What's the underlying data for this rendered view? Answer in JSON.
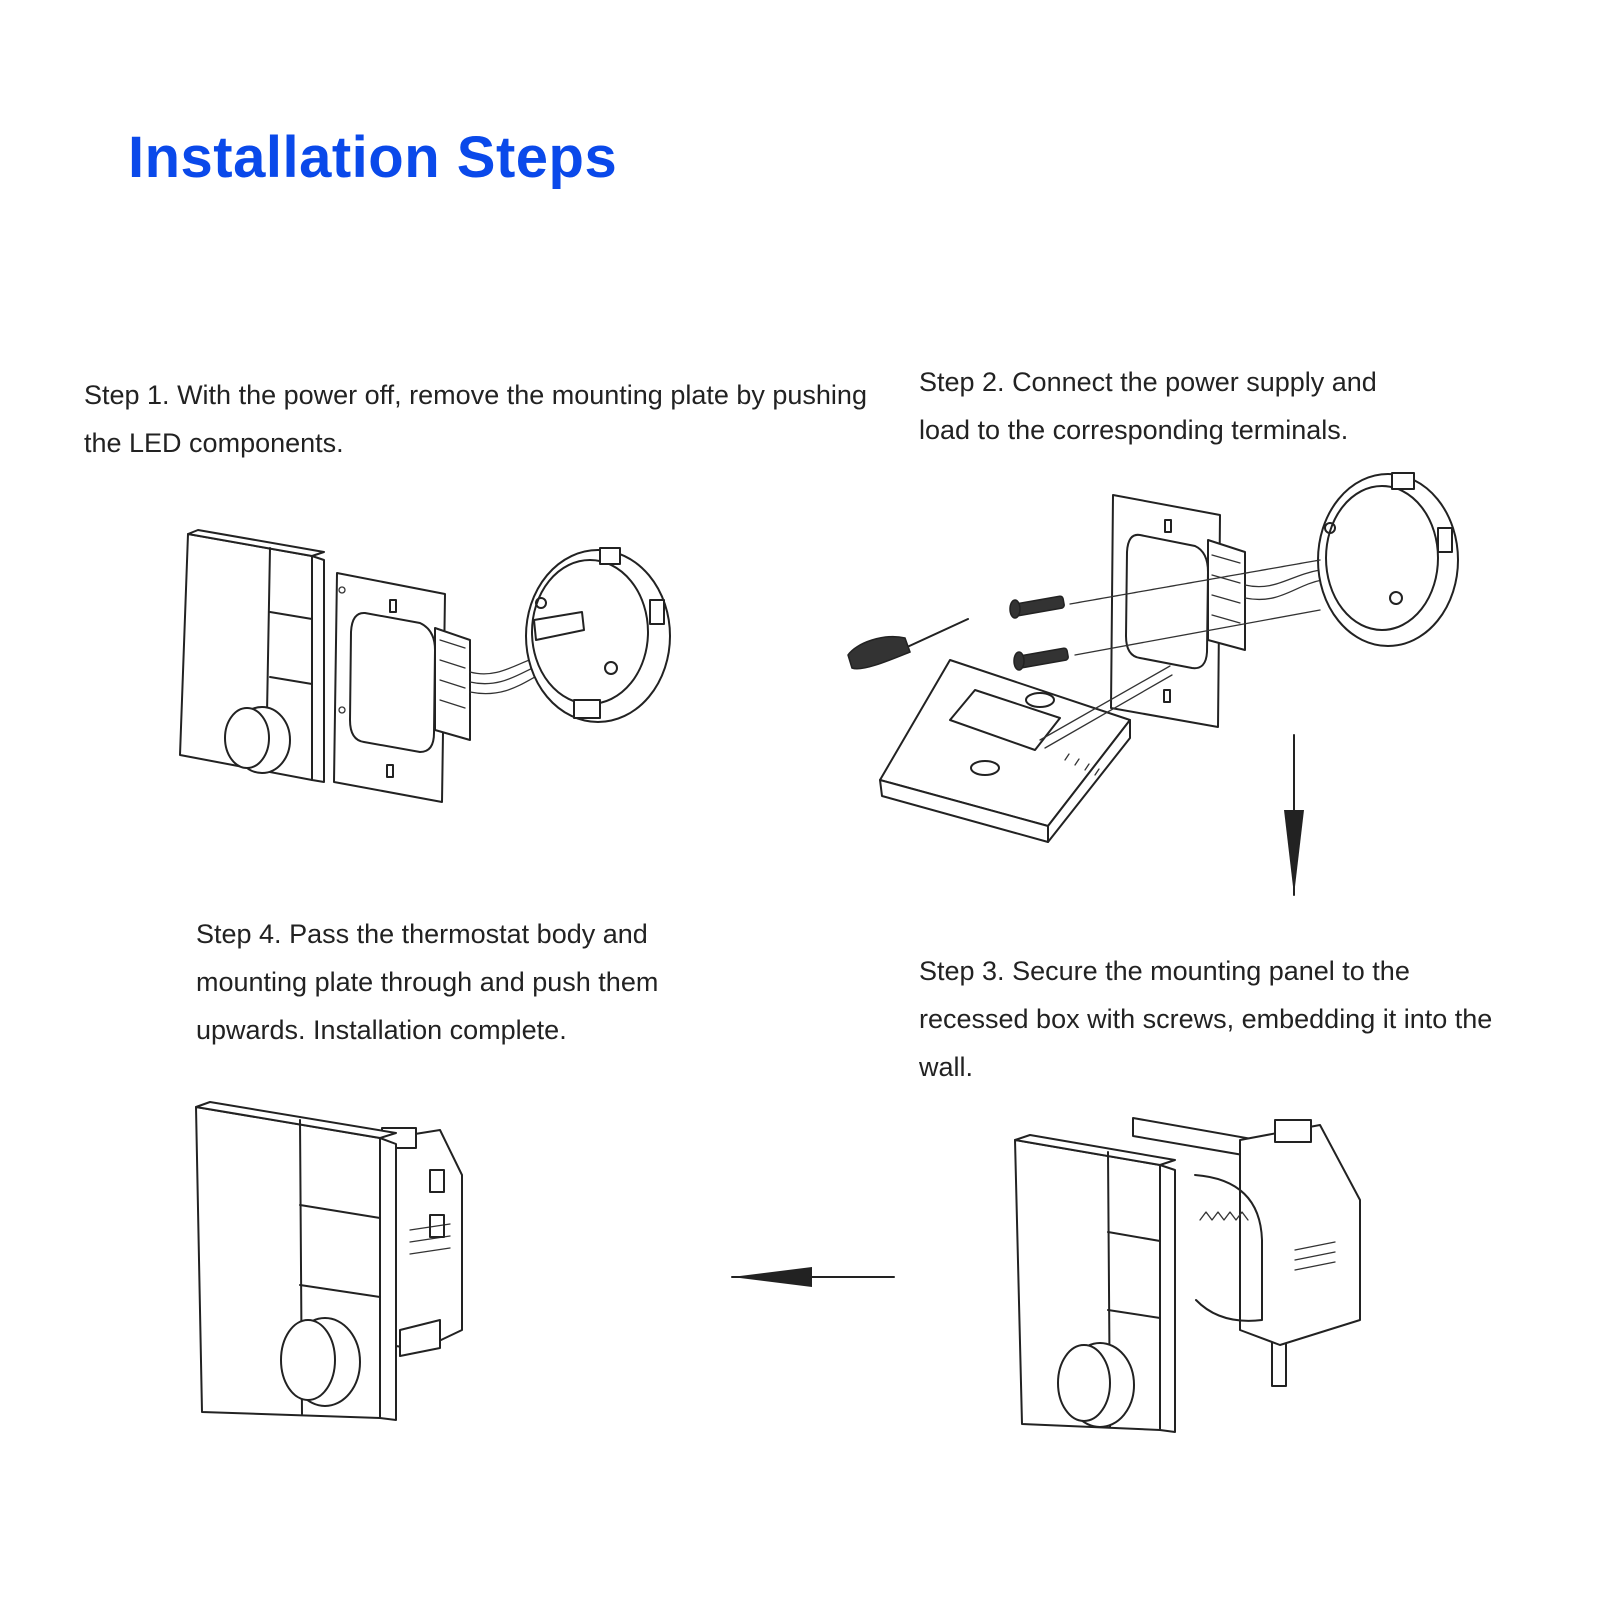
{
  "title": "Installation Steps",
  "steps": [
    {
      "text": "Step 1. With the power off, remove the mounting plate by pushing the LED components."
    },
    {
      "text": "Step 2. Connect the power supply and load to the corresponding terminals."
    },
    {
      "text": "Step 3. Secure the mounting panel to the recessed box with screws, embedding it into the wall."
    },
    {
      "text": "Step 4. Pass the thermostat body and mounting plate through and push them upwards. Installation complete."
    }
  ],
  "colors": {
    "title": "#0a49ea",
    "line": "#222222",
    "background": "#ffffff"
  }
}
